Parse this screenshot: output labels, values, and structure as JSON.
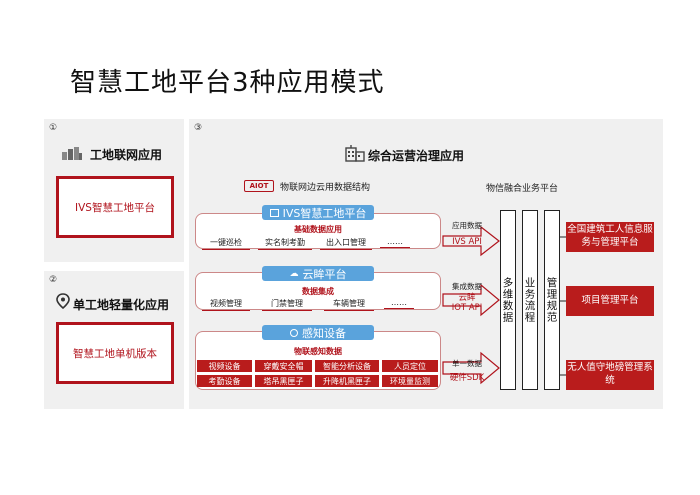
{
  "title": "智慧工地平台3种应用模式",
  "left_top": {
    "num": "①",
    "heading": "工地联网应用",
    "box": "IVS智慧工地平台"
  },
  "left_bottom": {
    "num": "②",
    "heading": "单工地轻量化应用",
    "box": "智慧工地单机版本"
  },
  "right": {
    "num": "③",
    "heading": "综合运营治理应用",
    "aiot": "AIOT",
    "struct_label": "物联网边云用数据结构",
    "biz_label": "物信融合业务平台",
    "layers": [
      {
        "bar": "IVS智慧工地平台",
        "sub": "基础数据应用",
        "items": [
          "一键巡检",
          "实名制考勤",
          "出入口管理",
          "……"
        ]
      },
      {
        "bar": "云眸平台",
        "sub": "数据集成",
        "items": [
          "视频管理",
          "门禁管理",
          "车辆管理",
          "……"
        ]
      },
      {
        "bar": "感知设备",
        "sub": "物联感知数据",
        "items": [
          "视频设备",
          "穿戴安全帽",
          "智能分析设备",
          "人员定位",
          "考勤设备",
          "塔吊黑匣子",
          "升降机黑匣子",
          "环境量监测"
        ]
      }
    ],
    "arrows": [
      {
        "label": "应用数据",
        "api": "IVS API"
      },
      {
        "label": "集成数据",
        "api": "云眸\nIOT API"
      },
      {
        "label": "单一数据",
        "api": "硬件SDK"
      }
    ],
    "columns": [
      "多维数据",
      "业务流程",
      "管理规范"
    ],
    "outputs": [
      "全国建筑工人信息服务与管理平台",
      "项目管理平台",
      "无人值守地磅管理系统"
    ]
  },
  "colors": {
    "accent": "#b0131c",
    "blue": "#5aa3dc",
    "panel": "#f0f0f0"
  }
}
